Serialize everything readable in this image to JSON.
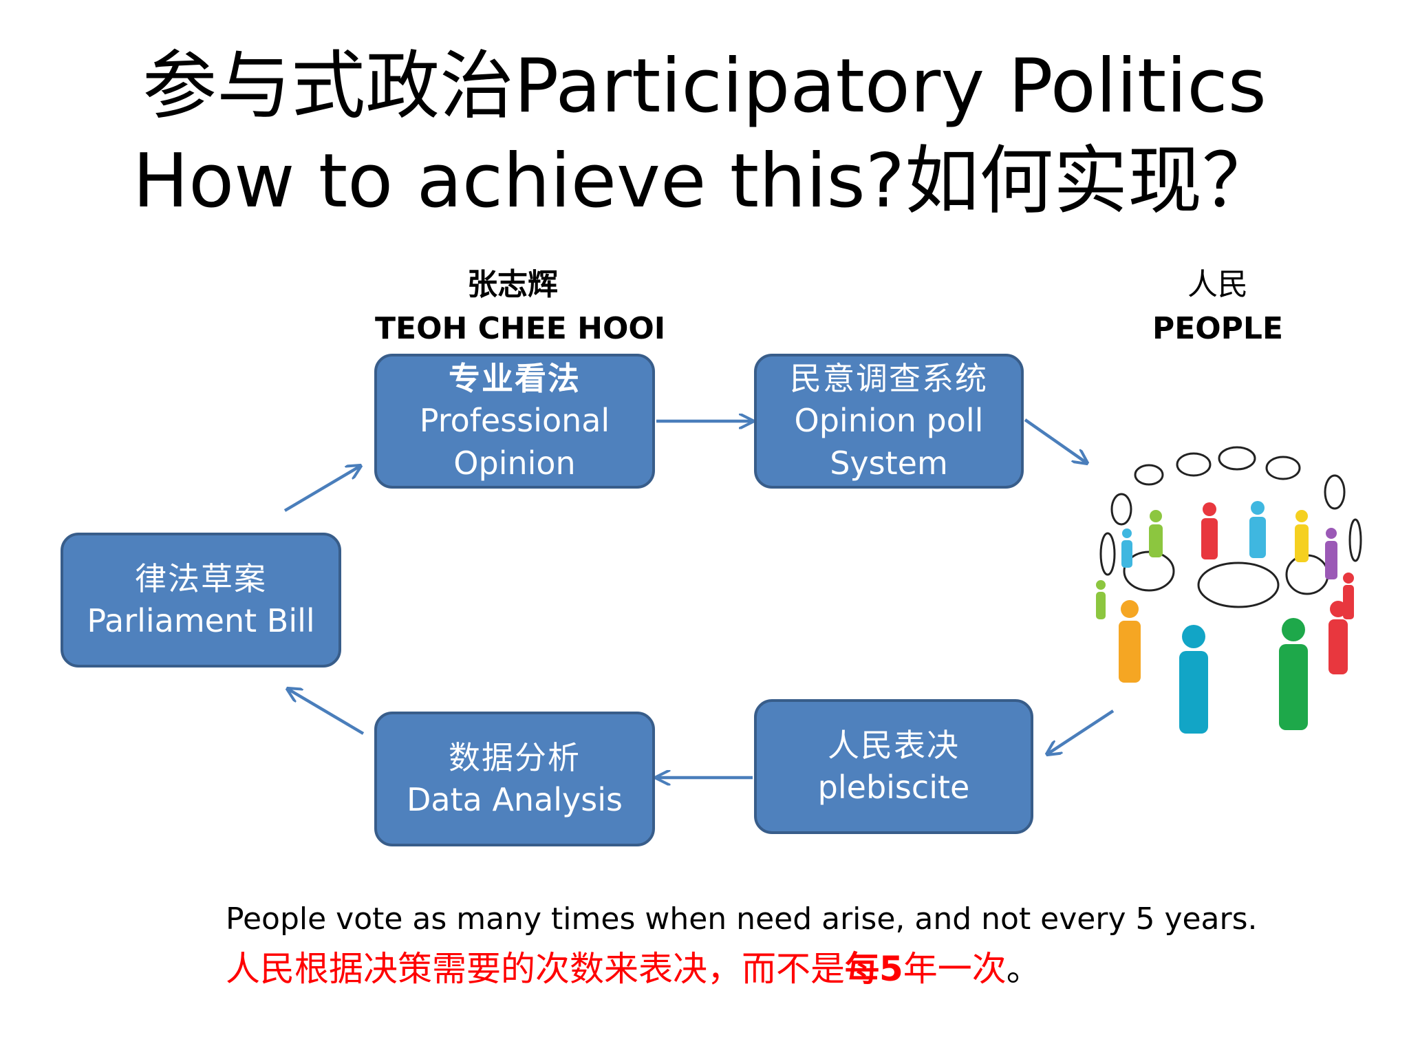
{
  "title": {
    "line1": "参与式政治Participatory Politics",
    "line2": "How to achieve this?如何实现？"
  },
  "actors": {
    "left": {
      "zh": "张志辉",
      "en": "TEOH CHEE HOOI"
    },
    "right": {
      "zh": "人民",
      "en": "PEOPLE"
    }
  },
  "boxes": {
    "professional": {
      "zh": "专业看法",
      "en1": "Professional",
      "en2": "Opinion"
    },
    "poll": {
      "zh": "民意调查系统",
      "en1": "Opinion poll",
      "en2": "System"
    },
    "bill": {
      "zh": "律法草案",
      "en": "Parliament Bill"
    },
    "analysis": {
      "zh": "数据分析",
      "en": "Data Analysis"
    },
    "plebiscite": {
      "zh": "人民表决",
      "en": "plebiscite"
    }
  },
  "note": {
    "en": "People vote as many times when need arise, and not every 5 years.",
    "zh_part1": "人民根据决策需要的次数来表决，而不是",
    "zh_bold": "每5",
    "zh_part2": "年一次",
    "zh_end": "。"
  },
  "colors": {
    "box_fill": "#4F81BD",
    "box_border": "#385D8A",
    "arrow": "#4A7EBB",
    "note_zh": "#FF0000"
  },
  "icons": [
    "people-crowd-icon",
    "speech-bubble-icon"
  ]
}
